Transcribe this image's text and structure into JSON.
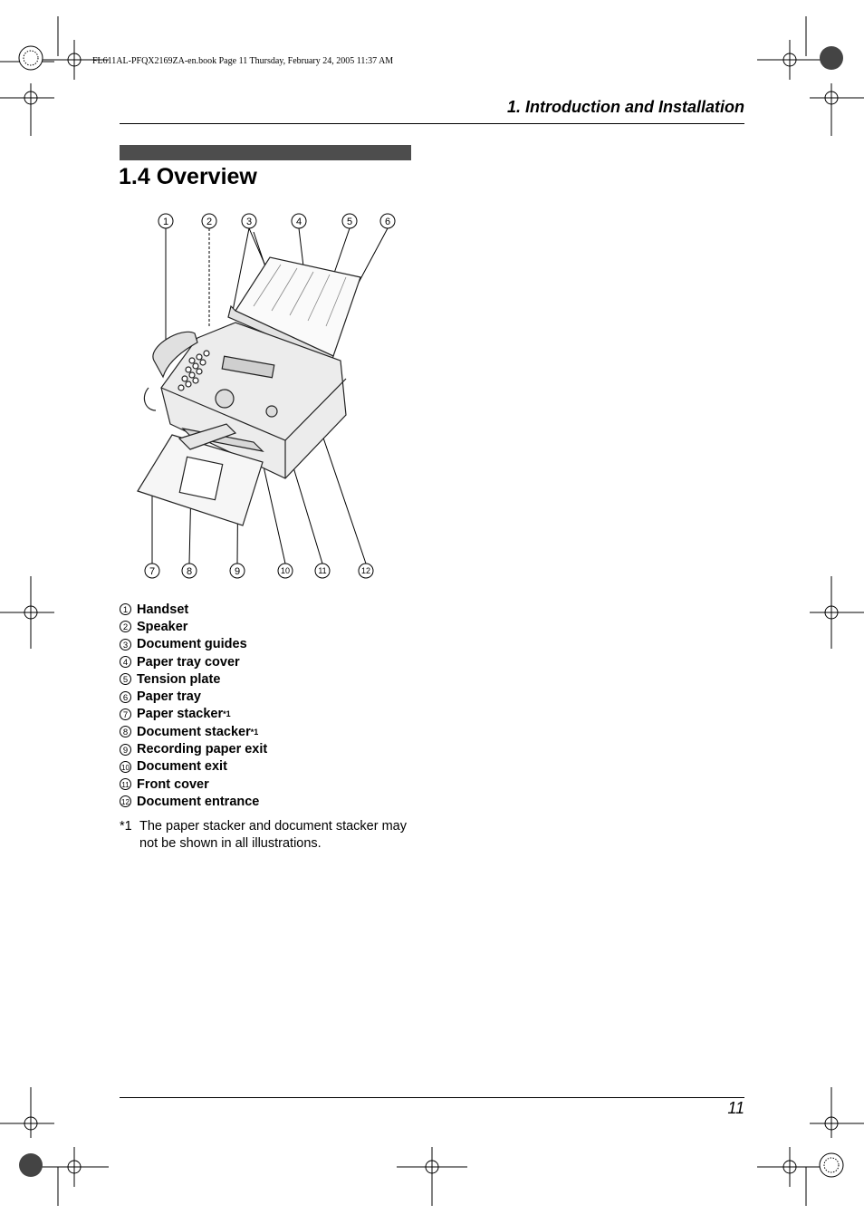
{
  "print_header": "FL611AL-PFQX2169ZA-en.book  Page 11  Thursday, February 24, 2005  11:37 AM",
  "chapter_title": "1. Introduction and Installation",
  "section_title": "1.4 Overview",
  "figure": {
    "callouts": [
      "1",
      "2",
      "3",
      "4",
      "5",
      "6",
      "7",
      "8",
      "9",
      "10",
      "11",
      "12"
    ]
  },
  "parts": [
    {
      "num": "1",
      "label": "Handset",
      "note": ""
    },
    {
      "num": "2",
      "label": "Speaker",
      "note": ""
    },
    {
      "num": "3",
      "label": "Document guides",
      "note": ""
    },
    {
      "num": "4",
      "label": "Paper tray cover",
      "note": ""
    },
    {
      "num": "5",
      "label": "Tension plate",
      "note": ""
    },
    {
      "num": "6",
      "label": "Paper tray",
      "note": ""
    },
    {
      "num": "7",
      "label": "Paper stacker",
      "note": "*1"
    },
    {
      "num": "8",
      "label": "Document stacker",
      "note": "*1"
    },
    {
      "num": "9",
      "label": "Recording paper exit",
      "note": ""
    },
    {
      "num": "10",
      "label": "Document exit",
      "note": ""
    },
    {
      "num": "11",
      "label": "Front cover",
      "note": ""
    },
    {
      "num": "12",
      "label": "Document entrance",
      "note": ""
    }
  ],
  "footnote": {
    "marker": "*1",
    "text": "The paper stacker and document stacker may not be shown in all illustrations."
  },
  "page_number": "11"
}
